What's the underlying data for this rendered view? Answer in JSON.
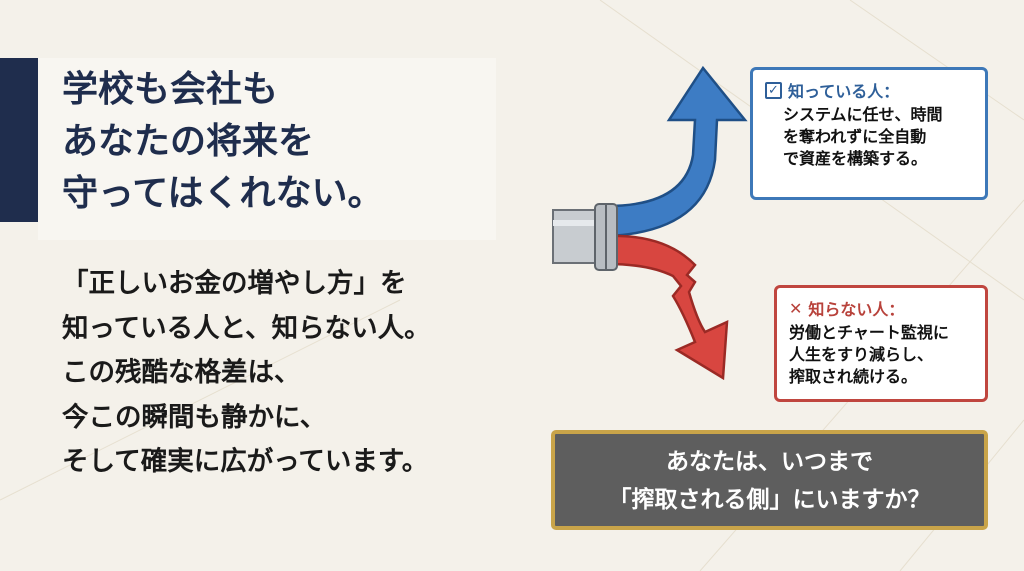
{
  "title": {
    "lines": [
      "学校も会社も",
      "あなたの将来を",
      "守ってはくれない。"
    ]
  },
  "body": {
    "lines": [
      "「正しいお金の増やし方」を",
      "知っている人と、知らない人。",
      "この残酷な格差は、",
      "今この瞬間も静かに、",
      "そして確実に広がっています。"
    ]
  },
  "knowers": {
    "icon": "checkbox-icon",
    "label": "知っている人：",
    "lines": [
      "システムに任せ、時間",
      "を奪われずに全自動",
      "で資産を構築する。"
    ]
  },
  "non_knowers": {
    "icon": "x-icon",
    "label": "知らない人：",
    "lines": [
      "労働とチャート監視に",
      "人生をすり減らし、",
      "搾取され続ける。"
    ]
  },
  "cta": {
    "lines": [
      "あなたは、いつまで",
      "「搾取される側」にいますか？"
    ]
  },
  "colors": {
    "navy": "#1f2d4d",
    "blue": "#3d78b8",
    "red": "#c0463f",
    "gold": "#c9a449"
  }
}
